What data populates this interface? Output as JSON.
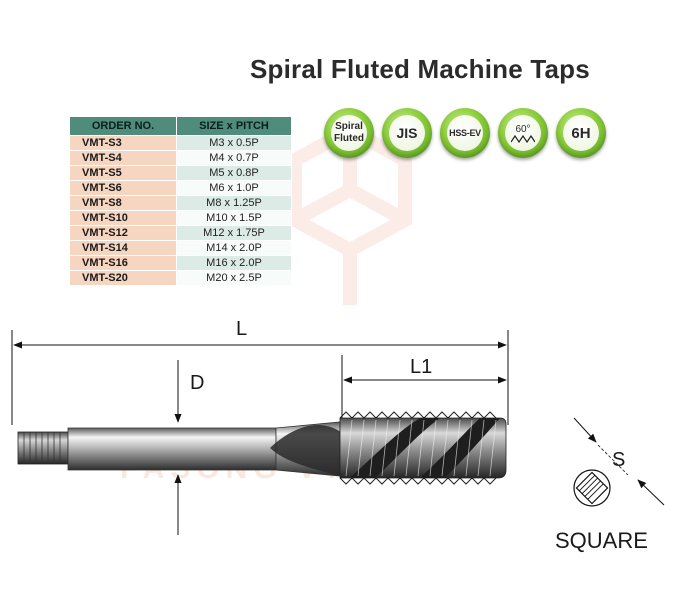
{
  "title": "Spiral Fluted Machine Taps",
  "badges": [
    {
      "line1": "Spiral",
      "line2": "Fluted"
    },
    {
      "line1": "JIS"
    },
    {
      "line1": "HSS-EV"
    },
    {
      "line1": "60°"
    },
    {
      "line1": "6H"
    }
  ],
  "table": {
    "headers": [
      "ORDER NO.",
      "SIZE x PITCH"
    ],
    "rows": [
      [
        "VMT-S3",
        "M3 x 0.5P"
      ],
      [
        "VMT-S4",
        "M4 x 0.7P"
      ],
      [
        "VMT-S5",
        "M5 x 0.8P"
      ],
      [
        "VMT-S6",
        "M6 x 1.0P"
      ],
      [
        "VMT-S8",
        "M8 x 1.25P"
      ],
      [
        "VMT-S10",
        "M10 x 1.5P"
      ],
      [
        "VMT-S12",
        "M12 x 1.75P"
      ],
      [
        "VMT-S14",
        "M14 x 2.0P"
      ],
      [
        "VMT-S16",
        "M16 x 2.0P"
      ],
      [
        "VMT-S20",
        "M20 x 2.5P"
      ]
    ]
  },
  "drawing": {
    "length_label": "L",
    "thread_length_label": "L1",
    "diameter_label": "D",
    "square_size_label": "S",
    "square_caption": "SQUARE"
  },
  "watermark": "FASONG VTOOLTEK",
  "colors": {
    "badge_green": "#8ccc3c",
    "table_header": "#4f8c7c",
    "order_cell": "#f6d6c0",
    "size_cell": "#dcebe6"
  }
}
